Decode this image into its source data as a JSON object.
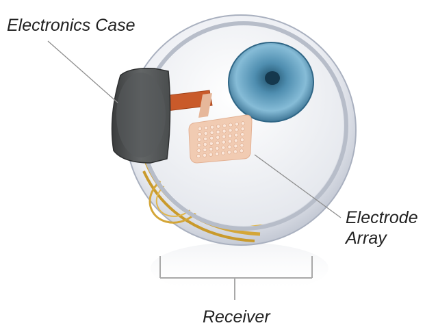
{
  "labels": {
    "electronics_case": "Electronics Case",
    "electrode_line1": "Electrode",
    "electrode_line2": "Array",
    "receiver": "Receiver"
  },
  "colors": {
    "eyeball_shell": "#e9ebf2",
    "sclera_inner": "#f5f6f8",
    "iris": "#5f9cbc",
    "pupil": "#15384d",
    "electronics_case": "#4a4d4e",
    "ribbon_cable": "#c95a2a",
    "electrode_array": "#f1cbb2",
    "receiver_coil": "#d4a638",
    "leader_line": "#8e8e8e",
    "bracket": "#a8a8a8"
  }
}
